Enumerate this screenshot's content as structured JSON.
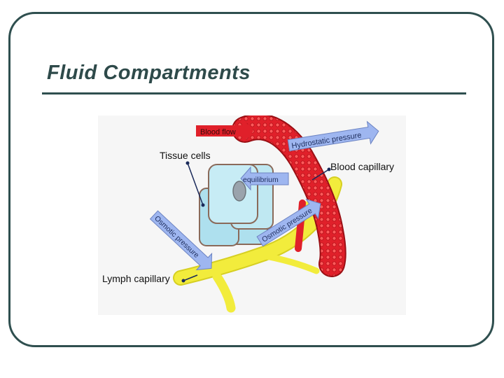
{
  "slide": {
    "title": "Fluid Compartments"
  },
  "diagram": {
    "labels": {
      "blood_flow": "Blood flow",
      "hydrostatic_pressure": "Hydrostatic pressure",
      "tissue_cells": "Tissue cells",
      "blood_capillary": "Blood capillary",
      "equilibrium": "equilibrium",
      "osmotic_pressure_right": "Osmotic pressure",
      "osmotic_pressure_left": "Osmotic pressure",
      "lymph_capillary": "Lymph capillary"
    },
    "colors": {
      "blood_red": "#e0202a",
      "lymph_yellow": "#f2ec3c",
      "cell_blue": "#aee0ee",
      "arrow_lavender": "#9eb6f0"
    }
  }
}
